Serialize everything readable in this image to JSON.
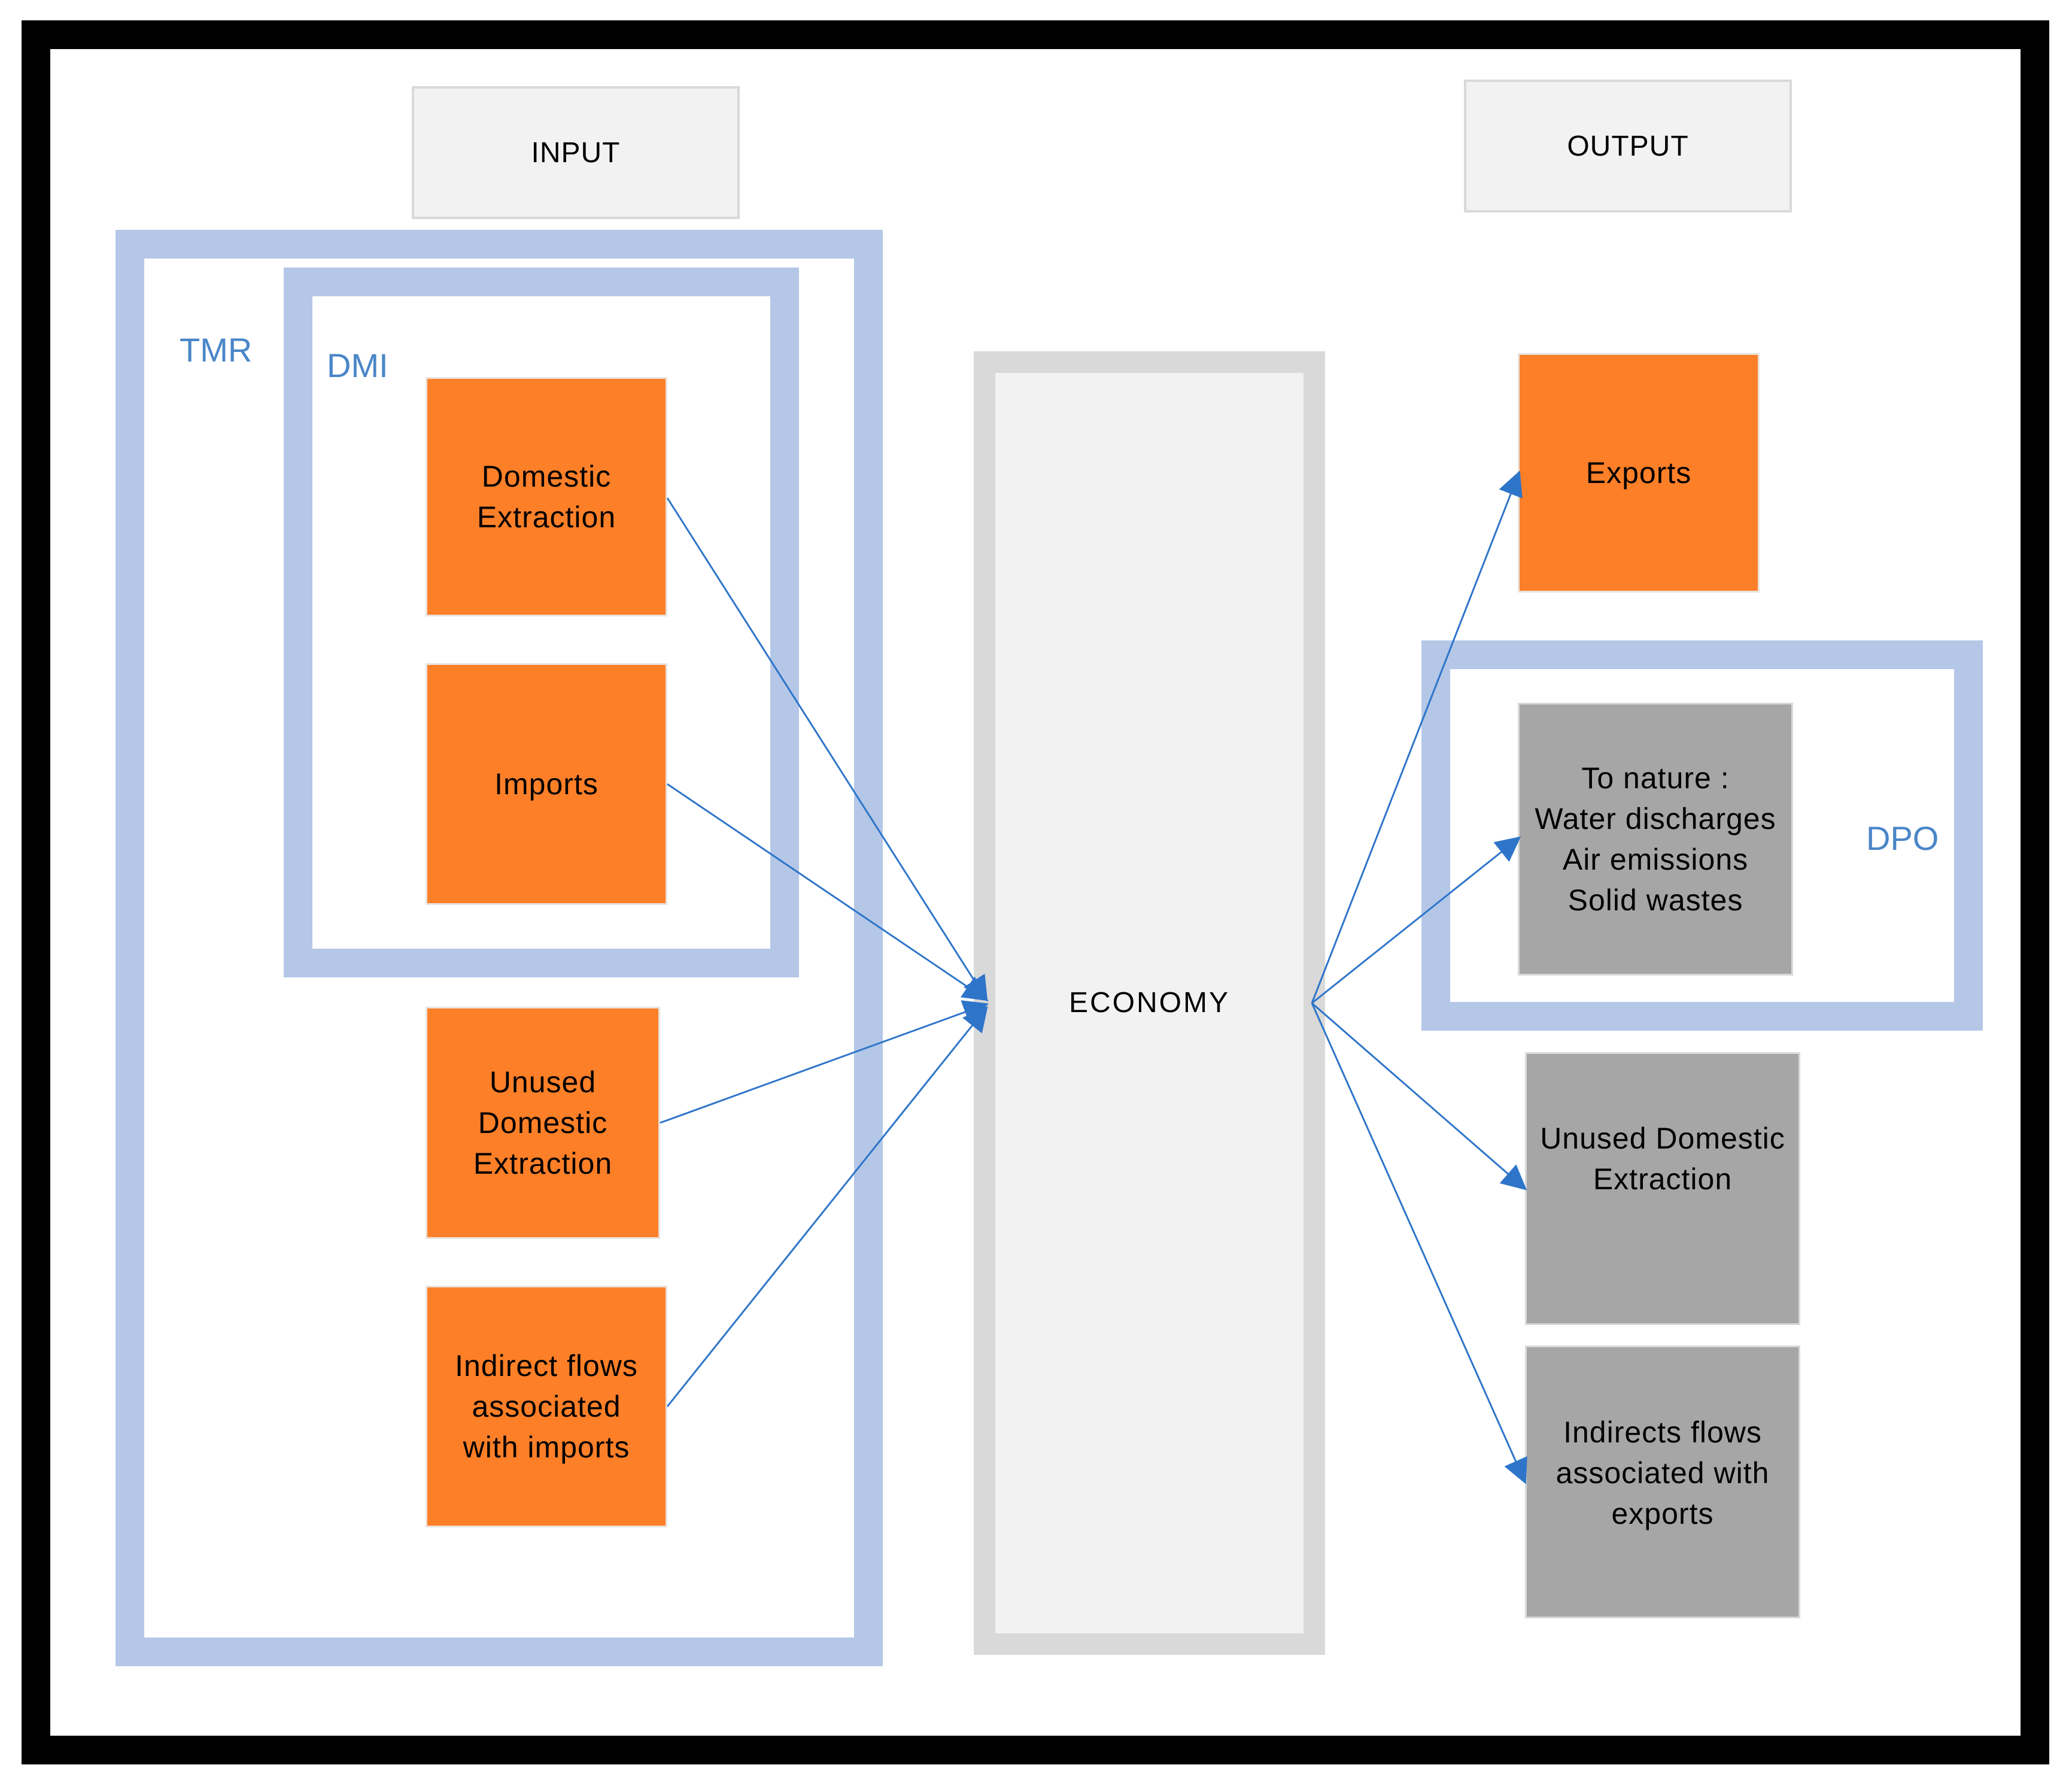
{
  "headers": {
    "input": "INPUT",
    "output": "OUTPUT"
  },
  "groups": {
    "tmr": "TMR",
    "dmi": "DMI",
    "dpo": "DPO"
  },
  "center": {
    "label": "ECONOMY"
  },
  "inputs": [
    {
      "lines": [
        "Domestic",
        "Extraction"
      ]
    },
    {
      "lines": [
        "Imports"
      ]
    },
    {
      "lines": [
        "Unused",
        "Domestic",
        "Extraction"
      ]
    },
    {
      "lines": [
        "Indirect flows",
        "associated",
        "with imports"
      ]
    }
  ],
  "outputs": [
    {
      "lines": [
        "Exports"
      ]
    },
    {
      "lines": [
        "To nature :",
        "Water discharges",
        "Air emissions",
        "Solid wastes"
      ]
    },
    {
      "lines": [
        "Unused Domestic",
        "Extraction"
      ]
    },
    {
      "lines": [
        "Indirects flows",
        "associated with",
        "exports"
      ]
    }
  ],
  "colors": {
    "frame": "#000000",
    "group_border": "#b4c7e7",
    "group_label": "#4a86c8",
    "input_box": "#fd7f28",
    "output_box_orange": "#fd7f28",
    "output_box_grey": "#a6a6a6",
    "economy_fill": "#f2f2f2",
    "economy_border": "#d9d9d9",
    "arrow": "#2e75c9"
  }
}
